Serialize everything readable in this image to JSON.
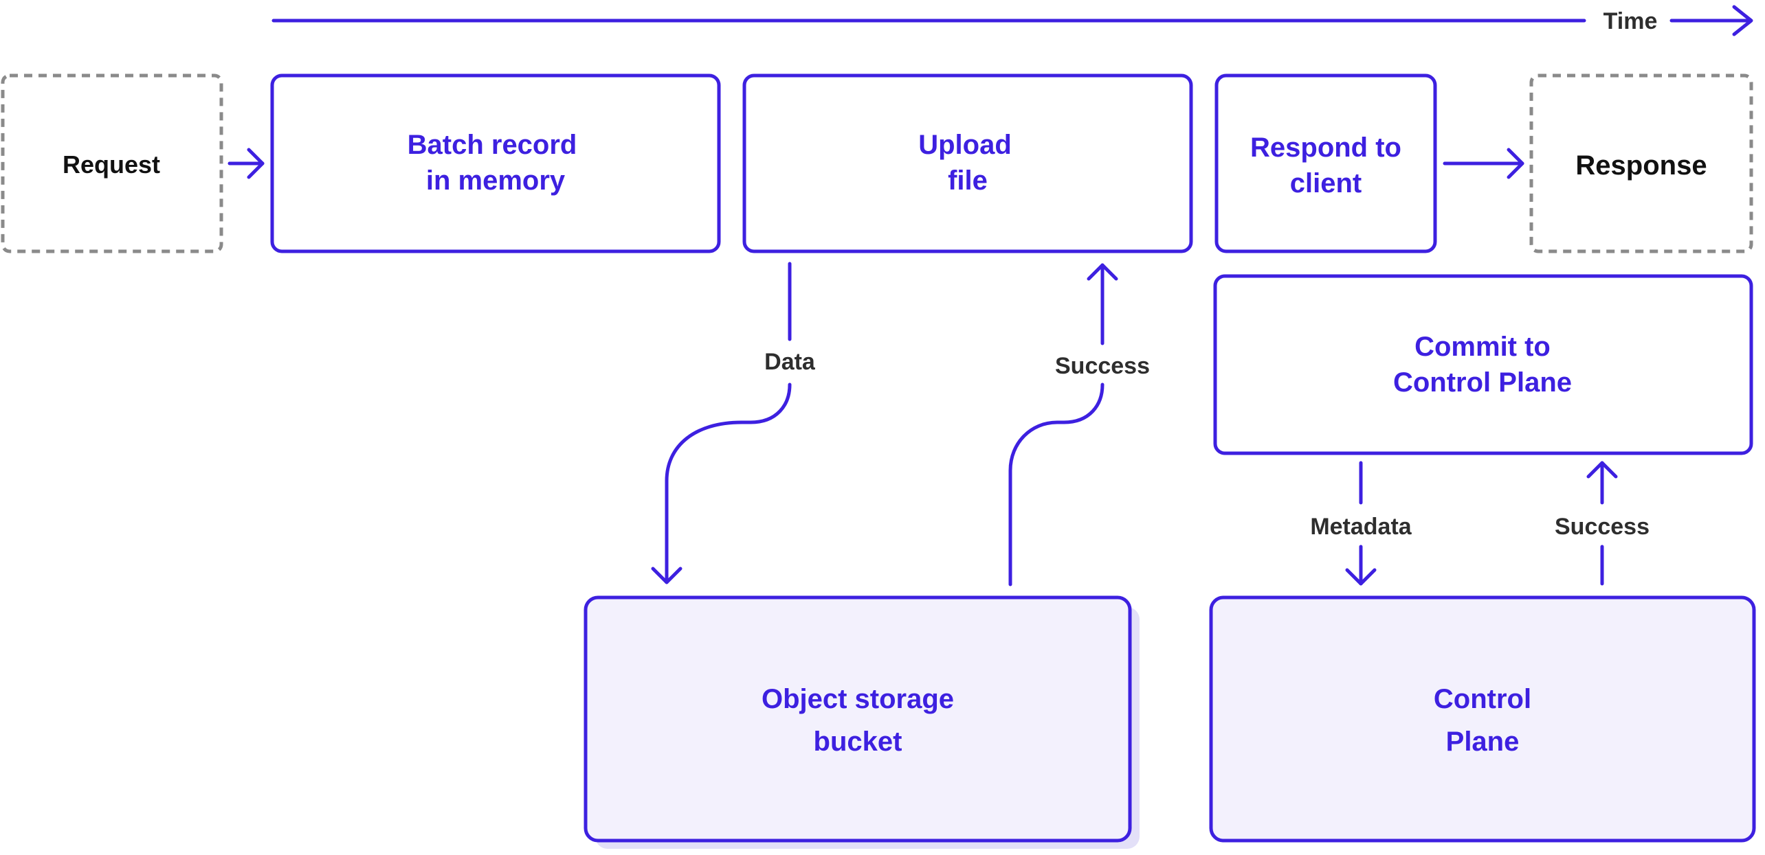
{
  "timeline": {
    "label": "Time"
  },
  "nodes": {
    "request": {
      "label": "Request"
    },
    "batch_record": {
      "lines": [
        "Batch record",
        "in memory"
      ]
    },
    "upload_file": {
      "lines": [
        "Upload",
        "file"
      ]
    },
    "respond_client": {
      "lines": [
        "Respond to",
        "client"
      ]
    },
    "response": {
      "label": "Response"
    },
    "commit_control_plane": {
      "lines": [
        "Commit to",
        "Control Plane"
      ]
    },
    "object_storage": {
      "lines": [
        "Object storage",
        "bucket"
      ]
    },
    "control_plane": {
      "lines": [
        "Control",
        "Plane"
      ]
    }
  },
  "edges": {
    "data": "Data",
    "upload_success": "Success",
    "metadata": "Metadata",
    "commit_success": "Success"
  },
  "colors": {
    "accent": "#3d20e0",
    "dashed_border": "#8a8a8a",
    "store_fill": "#f3f1fd",
    "store_shadow": "#e3e0f8",
    "label_text": "#2e2e2e"
  }
}
